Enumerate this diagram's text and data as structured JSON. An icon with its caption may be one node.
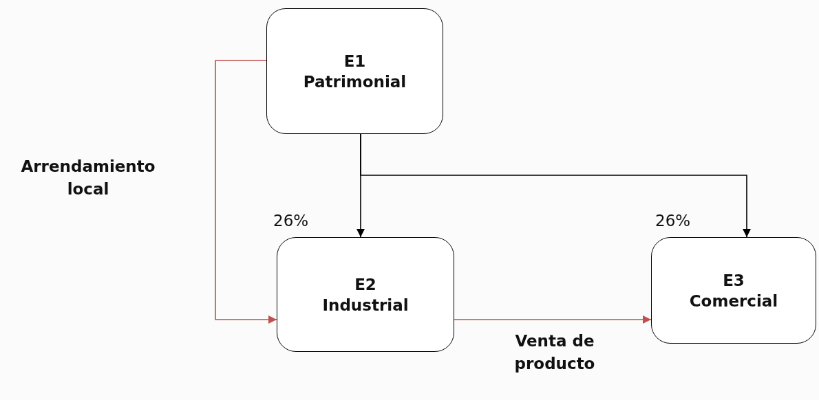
{
  "diagram": {
    "nodes": [
      {
        "text": [
          "E1",
          "Patrimonial"
        ]
      },
      {
        "text": [
          "E2",
          "Industrial"
        ],
        "beside": [
          "26%"
        ]
      },
      {
        "text": [
          "E3",
          "Comercial"
        ],
        "beside": [
          "26%"
        ]
      }
    ],
    "edges": [
      {
        "from": 0,
        "to": 1,
        "arrow": "to",
        "label": "Arrendamiento local",
        "color": "#c0504d"
      },
      {
        "from": 0,
        "to": 1,
        "arrow": "to",
        "color": "#000000"
      },
      {
        "from": 0,
        "to": 2,
        "arrow": "to",
        "color": "#000000"
      },
      {
        "from": 1,
        "to": 2,
        "arrow": "to",
        "label": "Venta de producto",
        "color": "#c0504d"
      }
    ]
  }
}
